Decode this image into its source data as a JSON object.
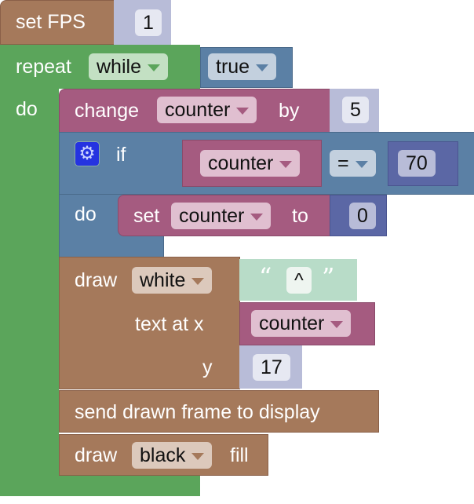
{
  "set_fps": {
    "label": "set FPS",
    "value": "1"
  },
  "repeat": {
    "label": "repeat",
    "mode": "while",
    "condition": "true",
    "do_label": "do"
  },
  "change": {
    "label": "change",
    "variable": "counter",
    "by_label": "by",
    "value": "5"
  },
  "if_block": {
    "label": "if",
    "variable": "counter",
    "operator": "=",
    "value": "70",
    "do_label": "do"
  },
  "set_var": {
    "label": "set",
    "variable": "counter",
    "to_label": "to",
    "value": "0"
  },
  "draw_text": {
    "label": "draw",
    "color": "white",
    "open_quote": "“",
    "text": "^",
    "close_quote": "”",
    "x_label": "text at x",
    "x_value": "counter",
    "y_label": "y",
    "y_value": "17"
  },
  "send": {
    "label": "send drawn frame to display"
  },
  "draw_fill": {
    "label": "draw",
    "color": "black",
    "fill_label": "fill"
  }
}
